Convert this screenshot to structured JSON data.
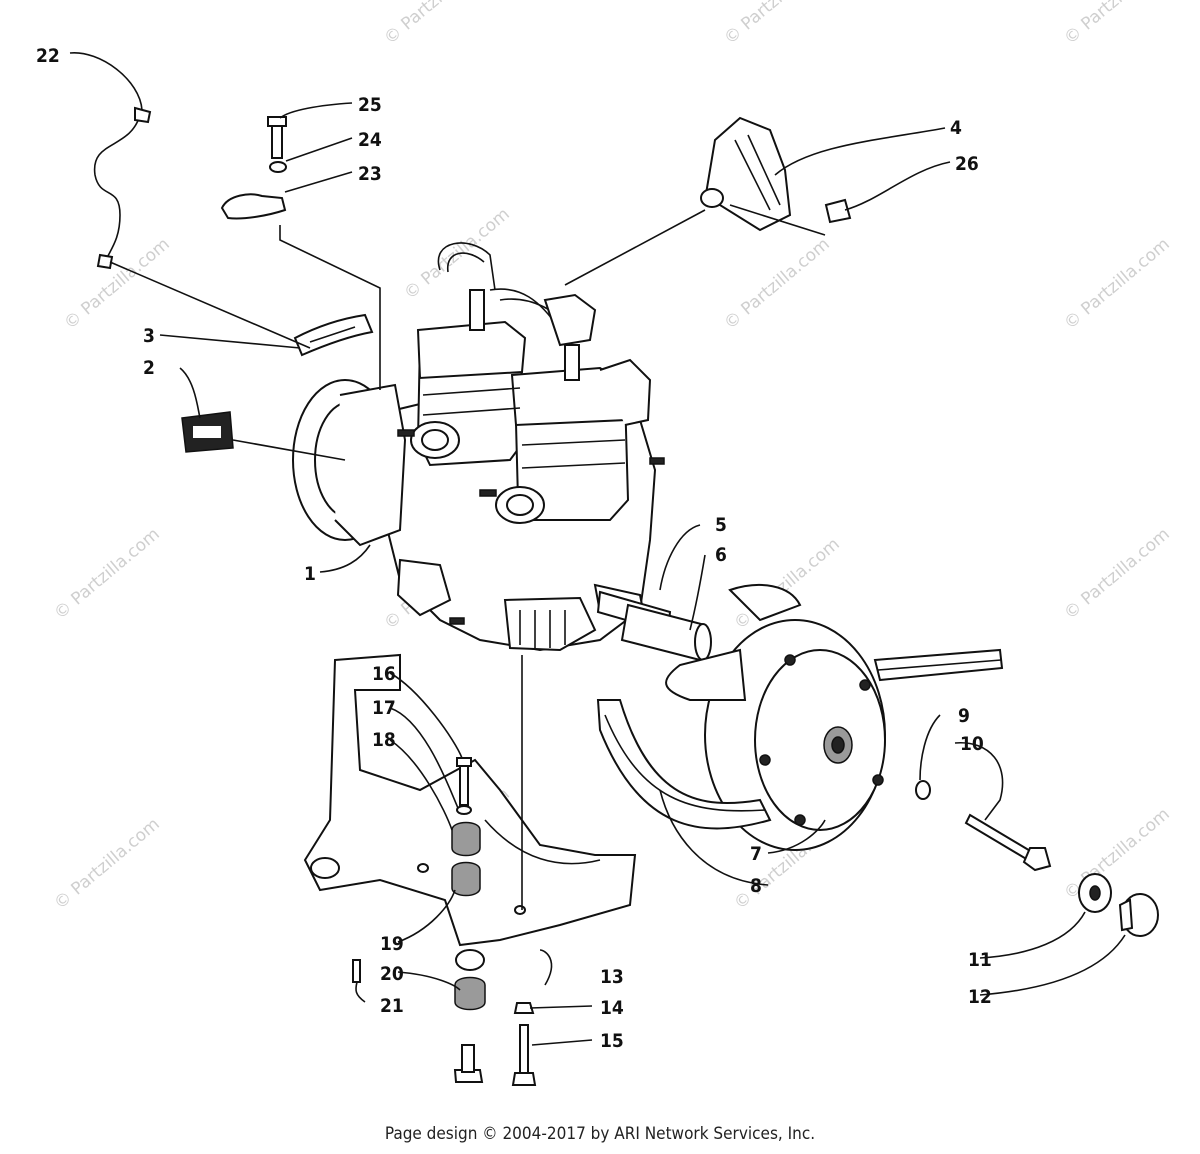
{
  "watermark": "© Partzilla.com",
  "footer": "Page design © 2004-2017 by ARI Network Services, Inc.",
  "callouts": [
    "1",
    "2",
    "3",
    "4",
    "5",
    "6",
    "7",
    "8",
    "9",
    "10",
    "11",
    "12",
    "13",
    "14",
    "15",
    "16",
    "17",
    "18",
    "19",
    "20",
    "21",
    "22",
    "23",
    "24",
    "25",
    "26"
  ]
}
